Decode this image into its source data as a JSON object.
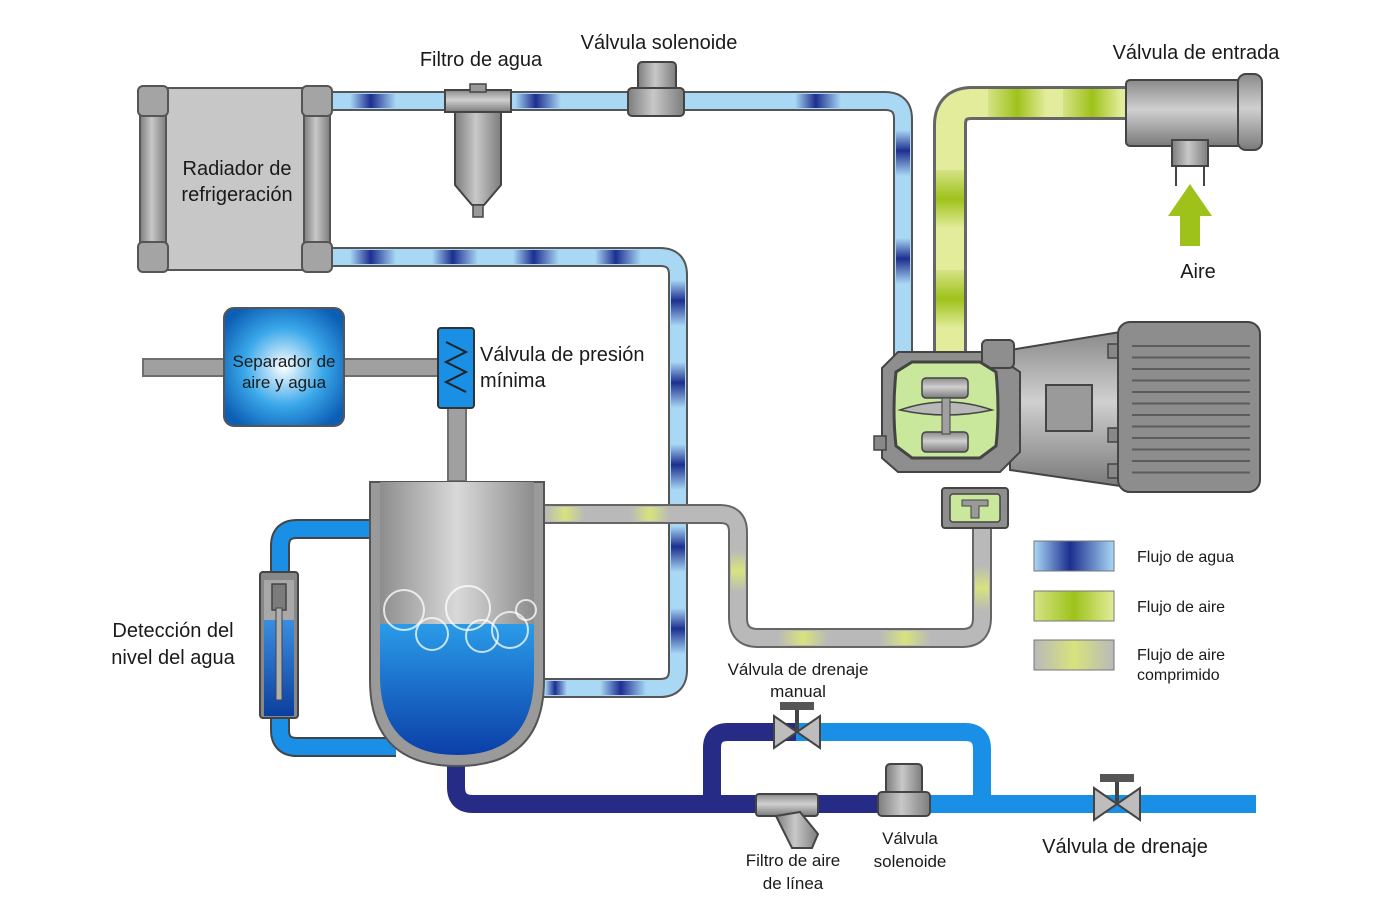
{
  "labels": {
    "radiator_line1": "Radiador de",
    "radiator_line2": "refrigeración",
    "water_filter": "Filtro de agua",
    "solenoid_valve_top": "Válvula solenoide",
    "inlet_valve": "Válvula de entrada",
    "air": "Aire",
    "separator_line1": "Separador de",
    "separator_line2": "aire y agua",
    "min_pressure_line1": "Válvula de presión",
    "min_pressure_line2": "mínima",
    "level_detect_line1": "Detección del",
    "level_detect_line2": "nivel del agua",
    "manual_drain_line1": "Válvula de drenaje",
    "manual_drain_line2": "manual",
    "line_filter_line1": "Filtro de aire",
    "line_filter_line2": "de línea",
    "solenoid_bottom_line1": "Válvula",
    "solenoid_bottom_line2": "solenoide",
    "drain_valve": "Válvula de drenaje"
  },
  "legend": {
    "water_flow": "Flujo de agua",
    "air_flow": "Flujo de aire",
    "compressed_air_line1": "Flujo de aire",
    "compressed_air_line2": "comprimido"
  },
  "colors": {
    "water_light": "#a9d8f5",
    "water_dark": "#1d2e8f",
    "air_light": "#e2ec9a",
    "air_green": "#9ec21a",
    "compressed_gray": "#b9b9b9",
    "drain_blue": "#1a8fe6",
    "drain_navy": "#262b85",
    "component_gray": "#9a9a9a"
  }
}
